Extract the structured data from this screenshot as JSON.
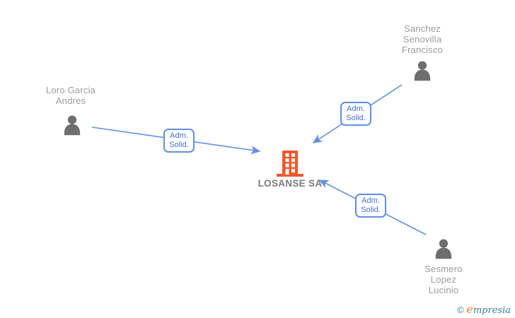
{
  "diagram": {
    "type": "corporate-network-graph",
    "company": {
      "label": "LOSANSE SA"
    },
    "people": [
      {
        "id": "loro",
        "lines": [
          "Loro Garcia",
          "Andres"
        ]
      },
      {
        "id": "sanchez",
        "lines": [
          "Sanchez",
          "Senovilla",
          "Francisco"
        ]
      },
      {
        "id": "sesmero",
        "lines": [
          "Sesmero",
          "Lopez",
          "Lucinio"
        ]
      }
    ],
    "edges": [
      {
        "from": "Loro Garcia Andres",
        "to": "LOSANSE SA",
        "label_line1": "Adm.",
        "label_line2": "Solid."
      },
      {
        "from": "Sanchez Senovilla Francisco",
        "to": "LOSANSE SA",
        "label_line1": "Adm.",
        "label_line2": "Solid."
      },
      {
        "from": "Sesmero Lopez Lucinio",
        "to": "LOSANSE SA",
        "label_line1": "Adm.",
        "label_line2": "Solid."
      }
    ],
    "colors": {
      "edge_blue": "#5f90e2",
      "edge_label_text": "#4272d1",
      "company_orange": "#f4562b",
      "person_gray": "#6e6e6e",
      "name_text": "#9c9c9c",
      "company_label_text": "#7a7a7a"
    }
  },
  "watermark": {
    "copyright": "©",
    "brand_first": "e",
    "brand_rest": "mpresia"
  }
}
